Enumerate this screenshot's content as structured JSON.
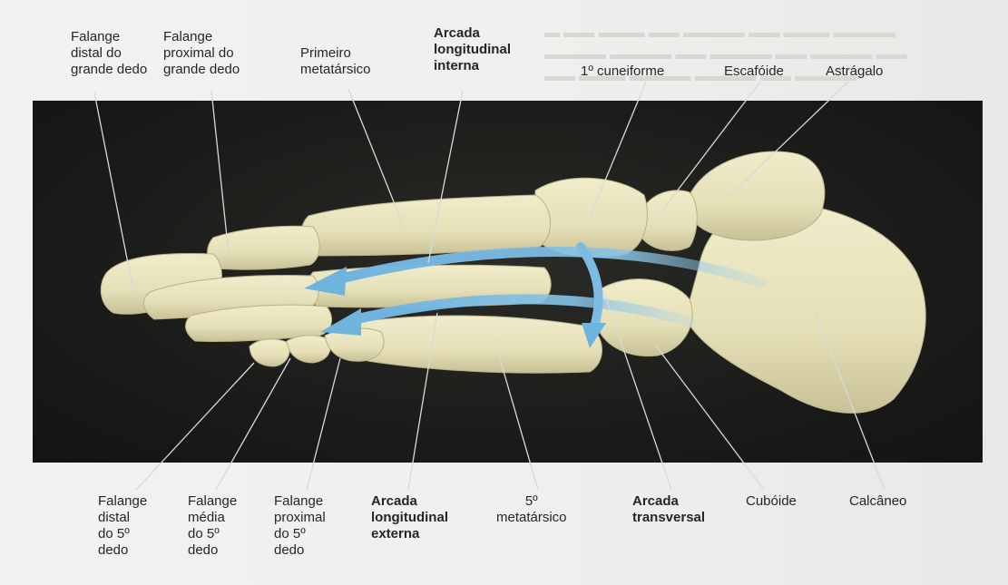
{
  "labels": {
    "falange_distal_grande": {
      "line1": "Falange",
      "line2": "distal do",
      "line3": "grande dedo"
    },
    "falange_proximal_grande": {
      "line1": "Falange",
      "line2": "proximal do",
      "line3": "grande dedo"
    },
    "primeiro_metatarsico": {
      "line1": "Primeiro",
      "line2": "metatársico"
    },
    "arcada_longitudinal_interna": {
      "line1": "Arcada",
      "line2": "longitudinal",
      "line3": "interna"
    },
    "cuneiforme": {
      "line1": "1º cuneiforme"
    },
    "escafoide": {
      "line1": "Escafóide"
    },
    "astragalo": {
      "line1": "Astrágalo"
    },
    "falange_distal_5": {
      "line1": "Falange",
      "line2": "distal",
      "line3": "do 5º",
      "line4": "dedo"
    },
    "falange_media_5": {
      "line1": "Falange",
      "line2": "média",
      "line3": "do 5º",
      "line4": "dedo"
    },
    "falange_proximal_5": {
      "line1": "Falange",
      "line2": "proximal",
      "line3": "do 5º",
      "line4": "dedo"
    },
    "arcada_longitudinal_externa": {
      "line1": "Arcada",
      "line2": "longitudinal",
      "line3": "externa"
    },
    "quinto_metatarsico": {
      "line1": "5º",
      "line2": "metatársico"
    },
    "arcada_transversal": {
      "line1": "Arcada",
      "line2": "transversal"
    },
    "cuboide": {
      "line1": "Cubóide"
    },
    "calcaneo": {
      "line1": "Calcâneo"
    }
  },
  "colors": {
    "photo_background": "#1b1b19",
    "bone": "#e9e4bf",
    "bone_shadow": "#c9c39a",
    "arrow": "#7fbde3",
    "leader_line": "#d8d8d8",
    "text": "#262626"
  }
}
